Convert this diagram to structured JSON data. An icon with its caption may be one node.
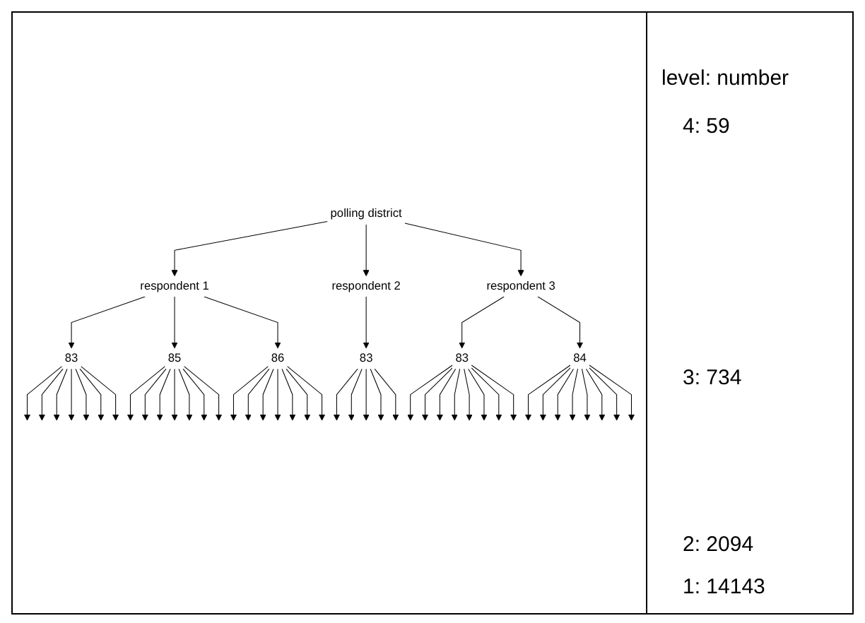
{
  "diagram": {
    "nodes": [
      {
        "text": [
          "polling district"
        ]
      },
      {
        "text": [
          "respondent 1"
        ]
      },
      {
        "text": [
          "respondent 2"
        ]
      },
      {
        "text": [
          "respondent 3"
        ]
      },
      {
        "text": [
          "83"
        ]
      },
      {
        "text": [
          "85"
        ]
      },
      {
        "text": [
          "86"
        ]
      },
      {
        "text": [
          "83"
        ]
      },
      {
        "text": [
          "83"
        ]
      },
      {
        "text": [
          "84"
        ]
      }
    ],
    "edges": [
      {
        "from": 0,
        "to": 1,
        "arrow": "to"
      },
      {
        "from": 0,
        "to": 2,
        "arrow": "to"
      },
      {
        "from": 0,
        "to": 3,
        "arrow": "to"
      },
      {
        "from": 1,
        "to": 4,
        "arrow": "to"
      },
      {
        "from": 1,
        "to": 5,
        "arrow": "to"
      },
      {
        "from": 1,
        "to": 6,
        "arrow": "to"
      },
      {
        "from": 2,
        "to": 7,
        "arrow": "to"
      },
      {
        "from": 3,
        "to": 8,
        "arrow": "to"
      },
      {
        "from": 3,
        "to": 9,
        "arrow": "to"
      },
      {
        "from": 4,
        "to": null,
        "arrow": "to"
      },
      {
        "from": 4,
        "to": null,
        "arrow": "to"
      },
      {
        "from": 4,
        "to": null,
        "arrow": "to"
      },
      {
        "from": 4,
        "to": null,
        "arrow": "to"
      },
      {
        "from": 4,
        "to": null,
        "arrow": "to"
      },
      {
        "from": 4,
        "to": null,
        "arrow": "to"
      },
      {
        "from": 4,
        "to": null,
        "arrow": "to"
      },
      {
        "from": 5,
        "to": null,
        "arrow": "to"
      },
      {
        "from": 5,
        "to": null,
        "arrow": "to"
      },
      {
        "from": 5,
        "to": null,
        "arrow": "to"
      },
      {
        "from": 5,
        "to": null,
        "arrow": "to"
      },
      {
        "from": 5,
        "to": null,
        "arrow": "to"
      },
      {
        "from": 5,
        "to": null,
        "arrow": "to"
      },
      {
        "from": 5,
        "to": null,
        "arrow": "to"
      },
      {
        "from": 6,
        "to": null,
        "arrow": "to"
      },
      {
        "from": 6,
        "to": null,
        "arrow": "to"
      },
      {
        "from": 6,
        "to": null,
        "arrow": "to"
      },
      {
        "from": 6,
        "to": null,
        "arrow": "to"
      },
      {
        "from": 6,
        "to": null,
        "arrow": "to"
      },
      {
        "from": 6,
        "to": null,
        "arrow": "to"
      },
      {
        "from": 6,
        "to": null,
        "arrow": "to"
      },
      {
        "from": 7,
        "to": null,
        "arrow": "to"
      },
      {
        "from": 7,
        "to": null,
        "arrow": "to"
      },
      {
        "from": 7,
        "to": null,
        "arrow": "to"
      },
      {
        "from": 7,
        "to": null,
        "arrow": "to"
      },
      {
        "from": 7,
        "to": null,
        "arrow": "to"
      },
      {
        "from": 8,
        "to": null,
        "arrow": "to"
      },
      {
        "from": 8,
        "to": null,
        "arrow": "to"
      },
      {
        "from": 8,
        "to": null,
        "arrow": "to"
      },
      {
        "from": 8,
        "to": null,
        "arrow": "to"
      },
      {
        "from": 8,
        "to": null,
        "arrow": "to"
      },
      {
        "from": 8,
        "to": null,
        "arrow": "to"
      },
      {
        "from": 8,
        "to": null,
        "arrow": "to"
      },
      {
        "from": 8,
        "to": null,
        "arrow": "to"
      },
      {
        "from": 9,
        "to": null,
        "arrow": "to"
      },
      {
        "from": 9,
        "to": null,
        "arrow": "to"
      },
      {
        "from": 9,
        "to": null,
        "arrow": "to"
      },
      {
        "from": 9,
        "to": null,
        "arrow": "to"
      },
      {
        "from": 9,
        "to": null,
        "arrow": "to"
      },
      {
        "from": 9,
        "to": null,
        "arrow": "to"
      },
      {
        "from": 9,
        "to": null,
        "arrow": "to"
      },
      {
        "from": 9,
        "to": null,
        "arrow": "to"
      }
    ],
    "labels": [
      "level: number",
      "4: 59",
      "3: 734",
      "2: 2094",
      "1: 14143"
    ]
  }
}
